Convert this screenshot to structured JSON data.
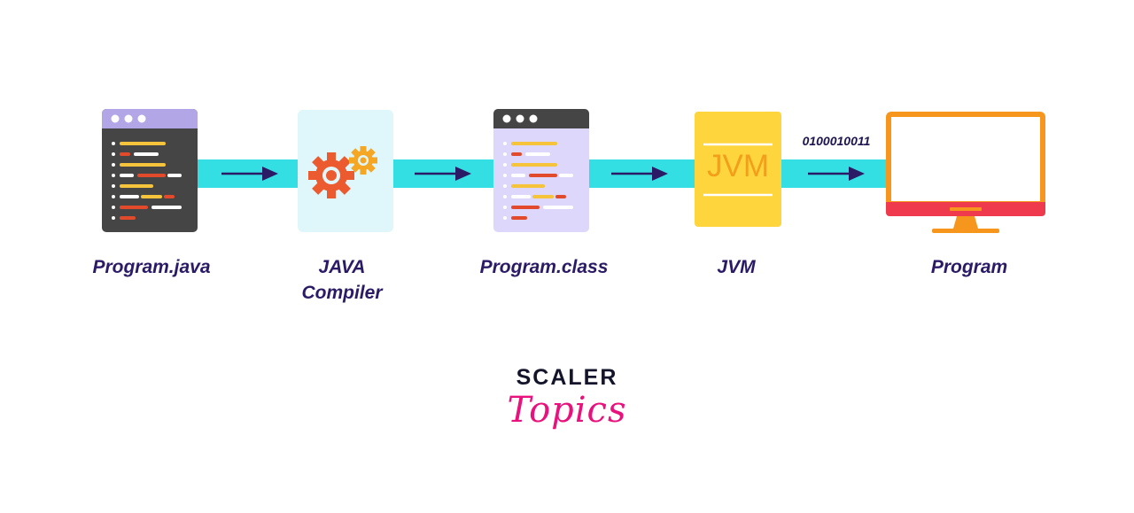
{
  "colors": {
    "band": "#33dfe3",
    "arrow": "#2b1a66",
    "label": "#2b1a66",
    "brand_pink": "#e9117b"
  },
  "nodes": [
    {
      "id": "source",
      "label": "Program.java",
      "icon": "code-window-icon"
    },
    {
      "id": "compiler",
      "label": "JAVA\nCompiler",
      "icon": "gears-icon"
    },
    {
      "id": "bytecode",
      "label": "Program.class",
      "icon": "bytecode-window-icon"
    },
    {
      "id": "jvm",
      "label": "JVM",
      "icon": "jvm-document-icon",
      "icon_text": "JVM"
    },
    {
      "id": "output",
      "label": "Program",
      "icon": "monitor-icon"
    }
  ],
  "binary_label": "0100010011",
  "logo": {
    "top": "SCALER",
    "bottom": "Topics"
  }
}
